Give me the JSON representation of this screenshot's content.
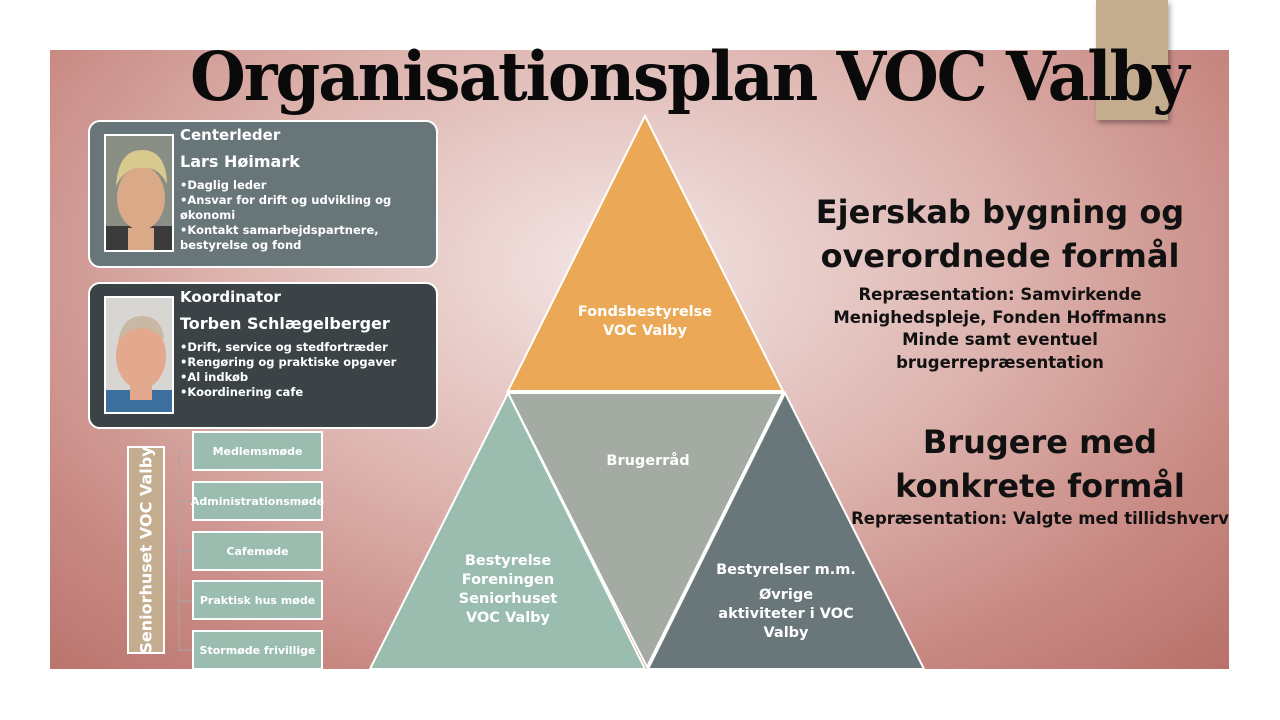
{
  "title": "Organisationsplan VOC Valby",
  "cards": [
    {
      "role": "Centerleder",
      "name": "Lars Høimark",
      "items": [
        "Daglig leder",
        "Ansvar for drift og udvikling og økonomi",
        "Kontakt samarbejdspartnere, bestyrelse og fond"
      ]
    },
    {
      "role": "Koordinator",
      "name": "Torben Schlægelberger",
      "items": [
        "Drift, service og stedfortræder",
        "Rengøring og praktiske opgaver",
        "Al indkøb",
        "Koordinering cafe"
      ]
    }
  ],
  "meetings": {
    "label": "Seniorhuset VOC Valby",
    "items": [
      "Medlemsmøde",
      "Administrationsmøde",
      "Cafemøde",
      "Praktisk hus møde",
      "Stormøde frivillige"
    ]
  },
  "pyramid": {
    "top": [
      "Fondsbestyrelse",
      "VOC Valby"
    ],
    "middle": "Brugerråd",
    "left": [
      "Bestyrelse",
      "Foreningen",
      "Seniorhuset",
      "VOC Valby"
    ],
    "right_title": "Bestyrelser m.m.",
    "right": [
      "Øvrige",
      "aktiviteter i VOC",
      "Valby"
    ]
  },
  "ownership": {
    "heading": [
      "Ejerskab bygning og",
      "overordnede formål"
    ],
    "sub": [
      "Repræsentation: Samvirkende",
      "Menighedspleje, Fonden Hoffmanns",
      "Minde samt eventuel",
      "brugerrepræsentation"
    ]
  },
  "users": {
    "heading": [
      "Brugere med",
      "konkrete formål"
    ],
    "sub": "Repræsentation: Valgte med tillidshverv"
  },
  "colors": {
    "top": "#eba856",
    "middle": "#a4aba3",
    "left": "#9bbdb0",
    "right": "#69777a",
    "accent": "#c4ad8e"
  }
}
